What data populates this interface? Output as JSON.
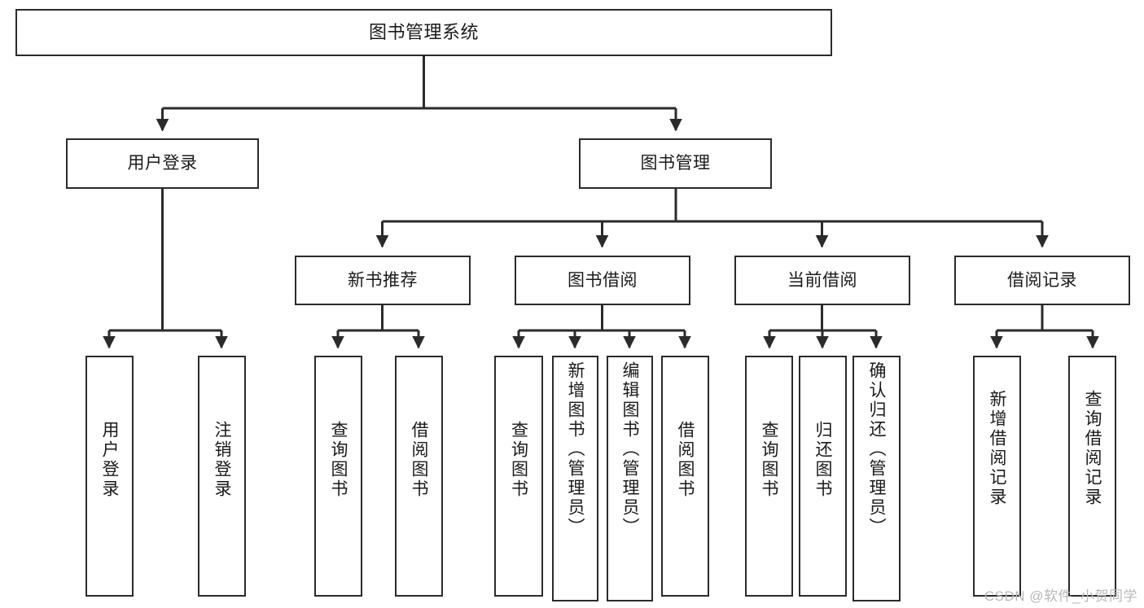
{
  "diagram": {
    "title": "图书管理系统",
    "type": "tree",
    "watermark": "CSDN @软件_小贺同学",
    "colors": {
      "stroke": "#2b2b2b",
      "fill": "#ffffff",
      "text": "#1a1a1a",
      "watermark": "#b9b9b9"
    },
    "levels": {
      "root": {
        "label": "图书管理系统"
      },
      "level2": [
        {
          "label": "用户登录"
        },
        {
          "label": "图书管理"
        }
      ],
      "level3": [
        {
          "label": "新书推荐"
        },
        {
          "label": "图书借阅"
        },
        {
          "label": "当前借阅"
        },
        {
          "label": "借阅记录"
        }
      ],
      "leaves": {
        "user_login": [
          {
            "label": "用户登录"
          },
          {
            "label": "注销登录"
          }
        ],
        "new_book_rec": [
          {
            "label": "查询图书"
          },
          {
            "label": "借阅图书"
          }
        ],
        "book_borrow": [
          {
            "label": "查询图书"
          },
          {
            "label": "新增图书（管理员）"
          },
          {
            "label": "编辑图书（管理员）"
          },
          {
            "label": "借阅图书"
          }
        ],
        "current_borrow": [
          {
            "label": "查询图书"
          },
          {
            "label": "归还图书"
          },
          {
            "label": "确认归还（管理员）"
          }
        ],
        "borrow_record": [
          {
            "label": "新增借阅记录"
          },
          {
            "label": "查询借阅记录"
          }
        ]
      }
    }
  }
}
